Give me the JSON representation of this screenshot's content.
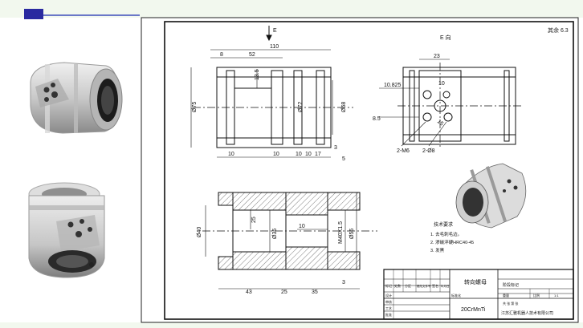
{
  "slide": {
    "colors": {
      "band": "#f2f8ee",
      "accent": "#2a2aa0",
      "line": "#111111"
    }
  },
  "drawing": {
    "view_e_marker": "E",
    "view_e_title": "E 向",
    "roughness": "其余 6.3",
    "dims_front": {
      "overall": "110",
      "d52": "52",
      "d8": "8",
      "d13_5": "13.5",
      "phi75": "Ø75",
      "phi72": "Ø72",
      "phi68": "Ø68",
      "b10a": "10",
      "b10b": "10",
      "b10c": "10",
      "b10d": "10",
      "b17": "17",
      "b3": "3",
      "b5": "5"
    },
    "dims_side": {
      "d23": "23",
      "d10_825": "10.825",
      "d10": "10",
      "d8_5": "8.5",
      "d15": "15",
      "m6": "2-M6",
      "phi8": "2-Ø8"
    },
    "dims_section": {
      "phi40": "Ø40",
      "d25": "25",
      "phi35": "Ø35",
      "d10": "10",
      "m40": "M40X1.5",
      "phi55": "Ø55",
      "d43": "43",
      "d25b": "25",
      "d35": "35",
      "d3": "3"
    },
    "tech_req": {
      "title": "技术要求",
      "items": [
        "1. 去毛刺毛边。",
        "2. 渗碳淬硬HRC40-45",
        "3. 发黑"
      ]
    },
    "title_block": {
      "part_name": "转向螺母",
      "material": "20CrMnTi",
      "company": "江苏汇雅机器人技术有限公司",
      "stage": "阶段标记",
      "scale": "比例",
      "weight": "重量",
      "scale_value": "1:1",
      "sheet": "共 张 第 张",
      "col_mark": "标记",
      "col_count": "处数",
      "col_zone": "分区",
      "col_doc": "更改文件号",
      "col_sign": "签名",
      "col_date": "年月日",
      "design": "设计",
      "check": "审核",
      "process": "工艺",
      "std": "标准化",
      "approve": "批准"
    }
  }
}
